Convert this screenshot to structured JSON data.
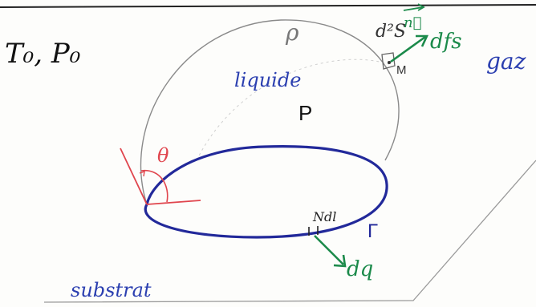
{
  "labels": {
    "ambient": "T₀, P₀",
    "rho": "ρ",
    "liquid": "liquide",
    "pressure": "P",
    "gas": "gaz",
    "theta": "θ",
    "surface_element": "d²S",
    "normal": "n⃗",
    "point_M": "M",
    "force_surface": "dfs",
    "line_element": "Ndl",
    "contact_line": "Γ",
    "force_line": "dq",
    "substrate": "substrat"
  },
  "colors": {
    "contact_line": "#22299a",
    "angle": "#e0454d",
    "forces": "#1b8a4a",
    "liquid_text": "#2b3fb0",
    "drop_outline": "#8a8a8a"
  }
}
